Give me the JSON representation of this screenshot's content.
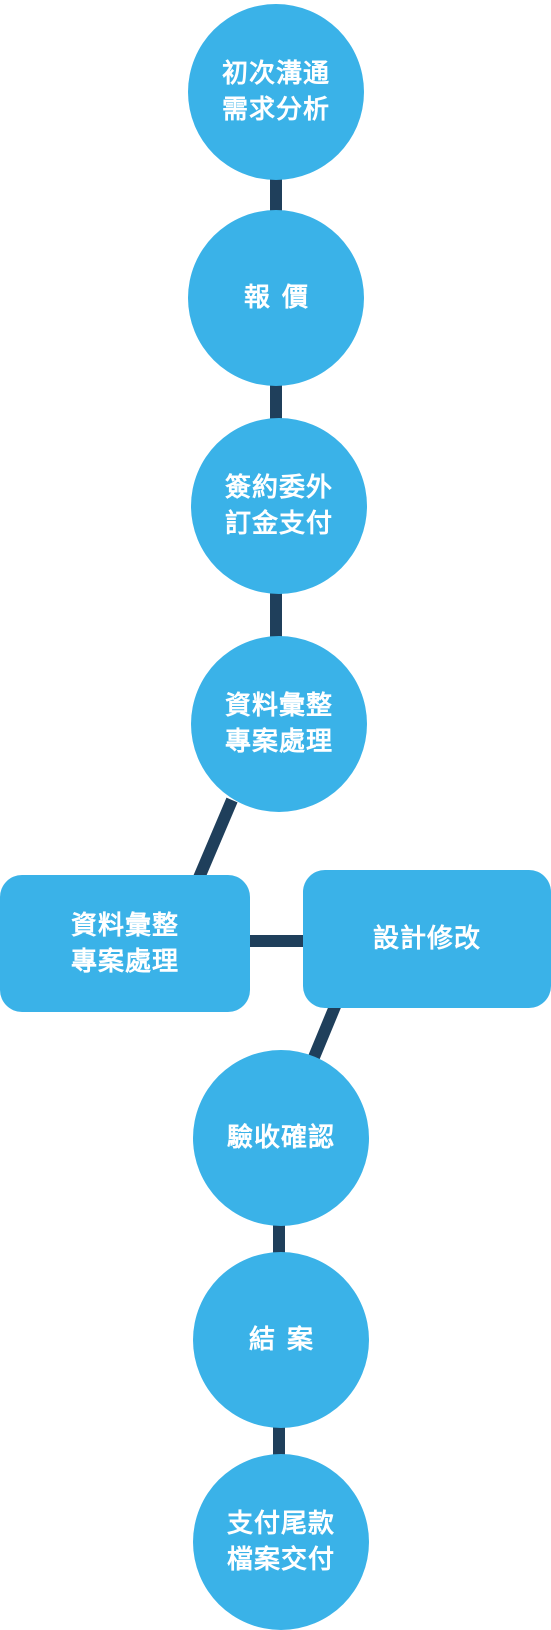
{
  "flow": {
    "colors": {
      "node": "#3ab2e8",
      "connector": "#1f3f5b",
      "text": "#ffffff"
    },
    "steps": [
      {
        "id": "n1",
        "label": "初次溝通\n需求分析"
      },
      {
        "id": "n2",
        "label": "報價"
      },
      {
        "id": "n3",
        "label": "簽約委外\n訂金支付"
      },
      {
        "id": "n4",
        "label": "資料彙整\n專案處理"
      },
      {
        "id": "n5",
        "label": "資料彙整\n專案處理"
      },
      {
        "id": "n6",
        "label": "設計修改"
      },
      {
        "id": "n7",
        "label": "驗收確認"
      },
      {
        "id": "n8",
        "label": "結案"
      },
      {
        "id": "n9",
        "label": "支付尾款\n檔案交付"
      }
    ]
  }
}
